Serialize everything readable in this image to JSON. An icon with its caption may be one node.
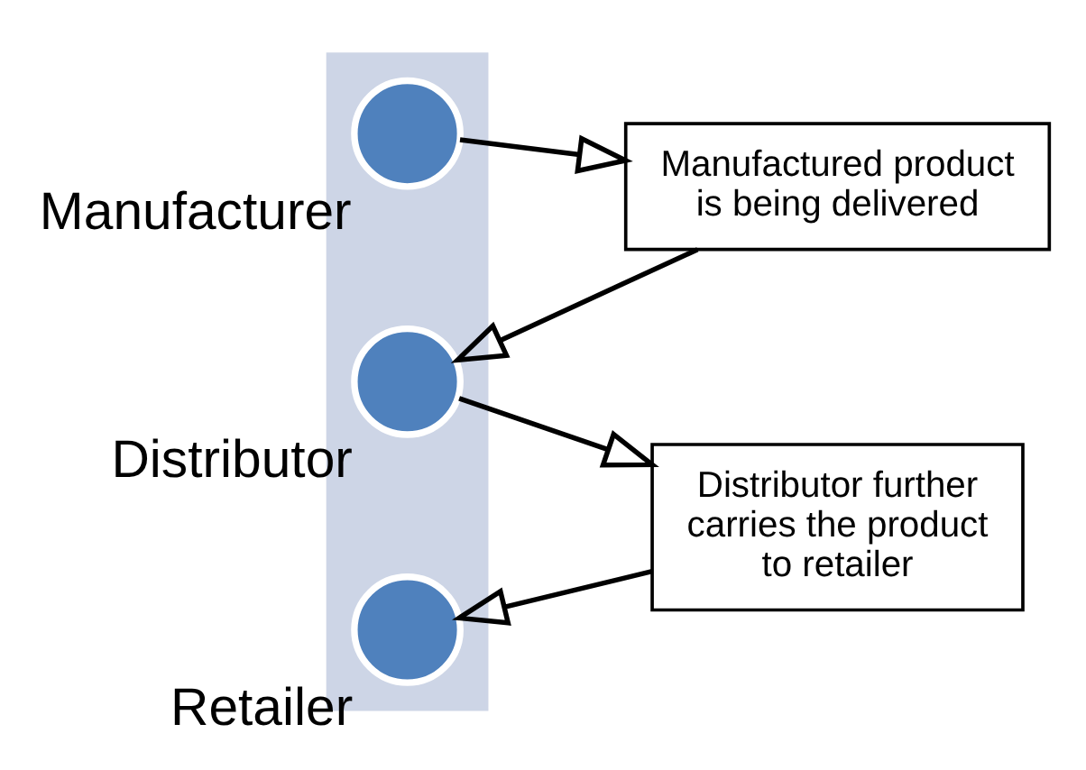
{
  "diagram": {
    "nodes": [
      {
        "text": [],
        "shape": "arrow"
      },
      {
        "text": [],
        "shape": "circle",
        "in": 0,
        "beside": [
          "Manufacturer"
        ]
      },
      {
        "text": [],
        "shape": "circle",
        "in": 0,
        "beside": [
          "Distributor"
        ]
      },
      {
        "text": [],
        "shape": "circle",
        "in": 0,
        "beside": [
          "Retailer"
        ]
      },
      {
        "text": [
          "Manufactured product is being delivered"
        ]
      },
      {
        "text": [
          "Distributor further carries the product to retailer"
        ]
      }
    ],
    "edges": [
      {
        "from": 1,
        "to": 4,
        "arrow": "to"
      },
      {
        "from": 4,
        "to": 2,
        "arrow": "to"
      },
      {
        "from": 2,
        "to": 5,
        "arrow": "to"
      },
      {
        "from": 5,
        "to": 3,
        "arrow": "to"
      }
    ]
  }
}
